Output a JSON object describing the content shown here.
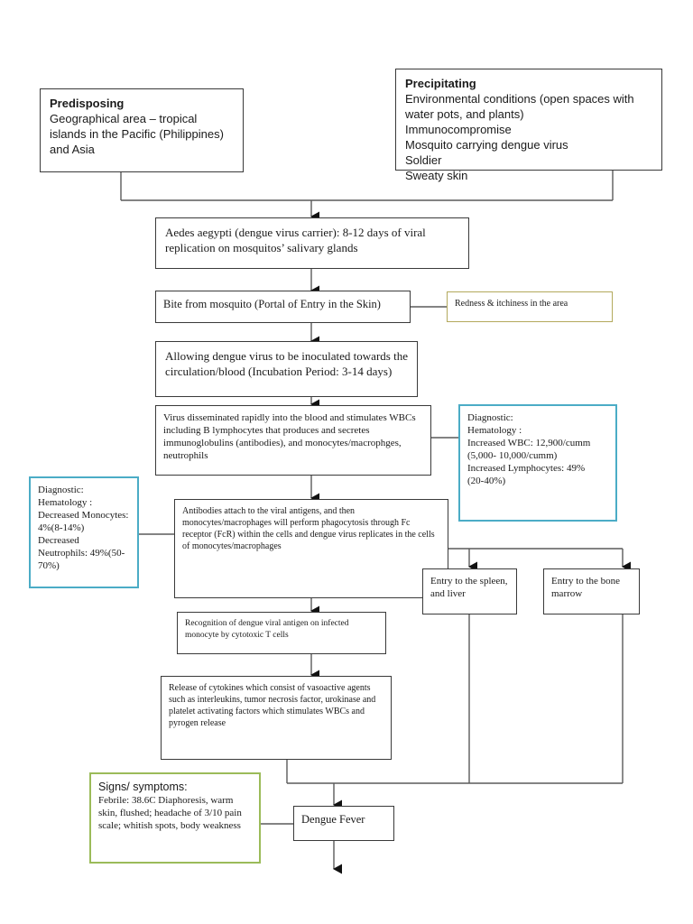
{
  "diagram": {
    "title": "Dengue Fever Pathophysiology Flowchart",
    "colors": {
      "line": "#3a3a3a",
      "wire": "#5a5a5a",
      "teal_border": "#4BACC6",
      "olive_border": "#B3A95C",
      "green_border": "#9BBB59",
      "box_fill": "#ffffff",
      "page_bg": "#ffffff"
    }
  },
  "predisposing": {
    "heading": "Predisposing",
    "body": "Geographical area – tropical islands in the Pacific (Philippines) and Asia"
  },
  "precipitating": {
    "heading": "Precipitating",
    "body": "Environmental conditions (open spaces with water pots, and plants)\nImmunocompromise\nMosquito carrying dengue virus\nSoldier\nSweaty skin"
  },
  "flow": {
    "aedes": "Aedes aegypti (dengue virus carrier): 8-12 days of viral replication on mosquitos’ salivary glands",
    "bite": "Bite from mosquito (Portal of Entry in the Skin)",
    "inoculation": "Allowing dengue virus to be inoculated towards the circulation/blood (Incubation Period: 3-14 days)",
    "dissemination": "Virus disseminated rapidly into the blood and stimulates WBCs including B lymphocytes that produces and secretes immunoglobulins (antibodies), and monocytes/macrophges, neutrophils",
    "antibodies": "Antibodies attach to the viral antigens, and then monocytes/macrophages will perform phagocytosis through Fc receptor (FcR) within the cells and dengue virus replicates in the cells of monocytes/macrophages",
    "spleen_liver": "Entry to the spleen, and liver",
    "bone_marrow": "Entry to the bone marrow",
    "recognition": "Recognition of dengue viral antigen on infected monocyte by cytotoxic T cells",
    "cytokines": "Release of cytokines which consist of   vasoactive agents such as interleukins, tumor necrosis factor, urokinase and platelet activating factors which stimulates WBCs and pyrogen release",
    "dengue_fever": "Dengue Fever"
  },
  "callouts": {
    "redness": "Redness & itchiness in the area",
    "diagnostic_right": "Diagnostic:\nHematology :\nIncreased WBC: 12,900/cumm\n(5,000- 10,000/cumm)\nIncreased Lymphocytes: 49%\n(20-40%)",
    "diagnostic_left": "Diagnostic:\nHematology :\nDecreased Monocytes: 4%(8-14%)\nDecreased Neutrophils: 49%(50-70%)",
    "signs_heading": "Signs/ symptoms:",
    "signs_body": "Febrile: 38.6C\nDiaphoresis, warm skin, flushed; headache of 3/10 pain scale; whitish spots, body weakness"
  }
}
